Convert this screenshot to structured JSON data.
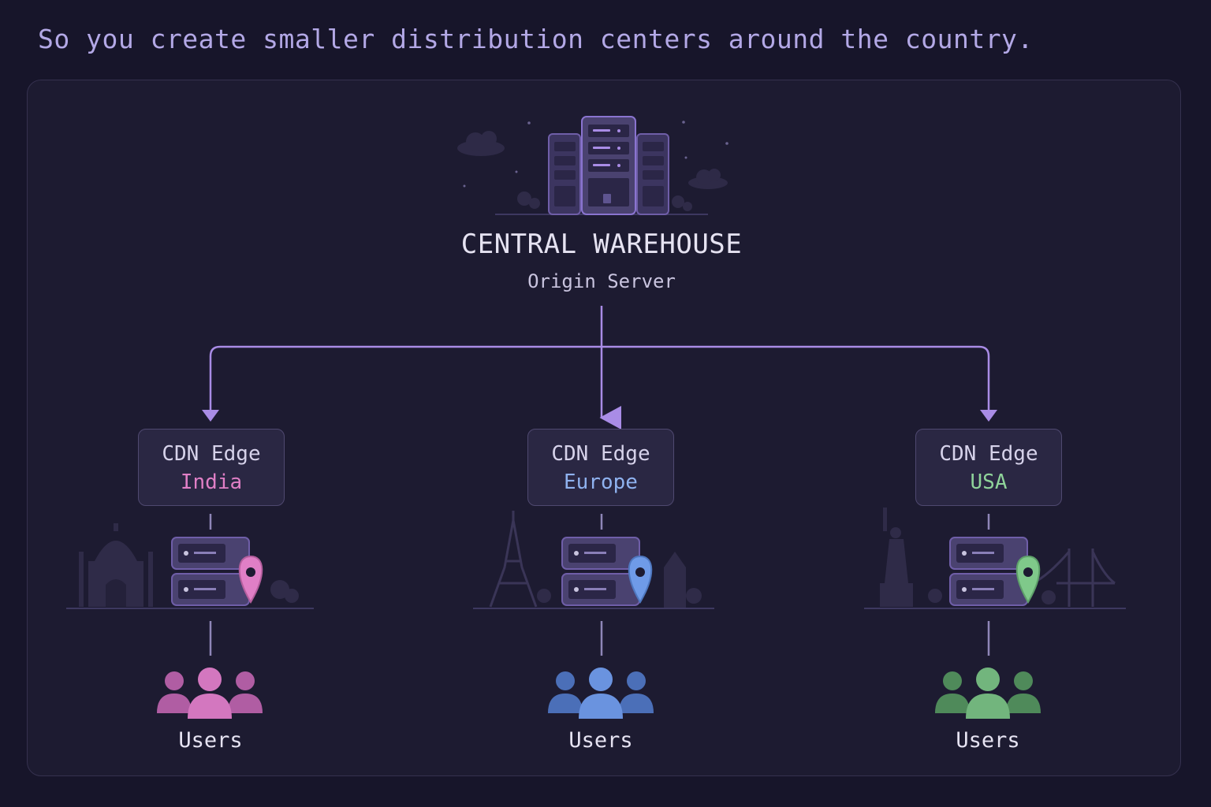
{
  "caption": "So you create smaller distribution centers around the country.",
  "origin": {
    "title": "CENTRAL WAREHOUSE",
    "subtitle": "Origin Server",
    "icon": "server-rack-icon"
  },
  "edges": [
    {
      "label": "CDN Edge",
      "region": "India",
      "color": "#e07fc6",
      "landmark": "taj-mahal-icon",
      "users_label": "Users"
    },
    {
      "label": "CDN Edge",
      "region": "Europe",
      "color": "#6f9be8",
      "landmark": "eiffel-tower-icon",
      "users_label": "Users"
    },
    {
      "label": "CDN Edge",
      "region": "USA",
      "color": "#7fc98a",
      "landmark": "statue-of-liberty-icon",
      "users_label": "Users"
    }
  ],
  "colors": {
    "background": "#17152a",
    "panel": "#1d1b31",
    "arrow": "#a98ce6",
    "server": "#4a4270"
  }
}
